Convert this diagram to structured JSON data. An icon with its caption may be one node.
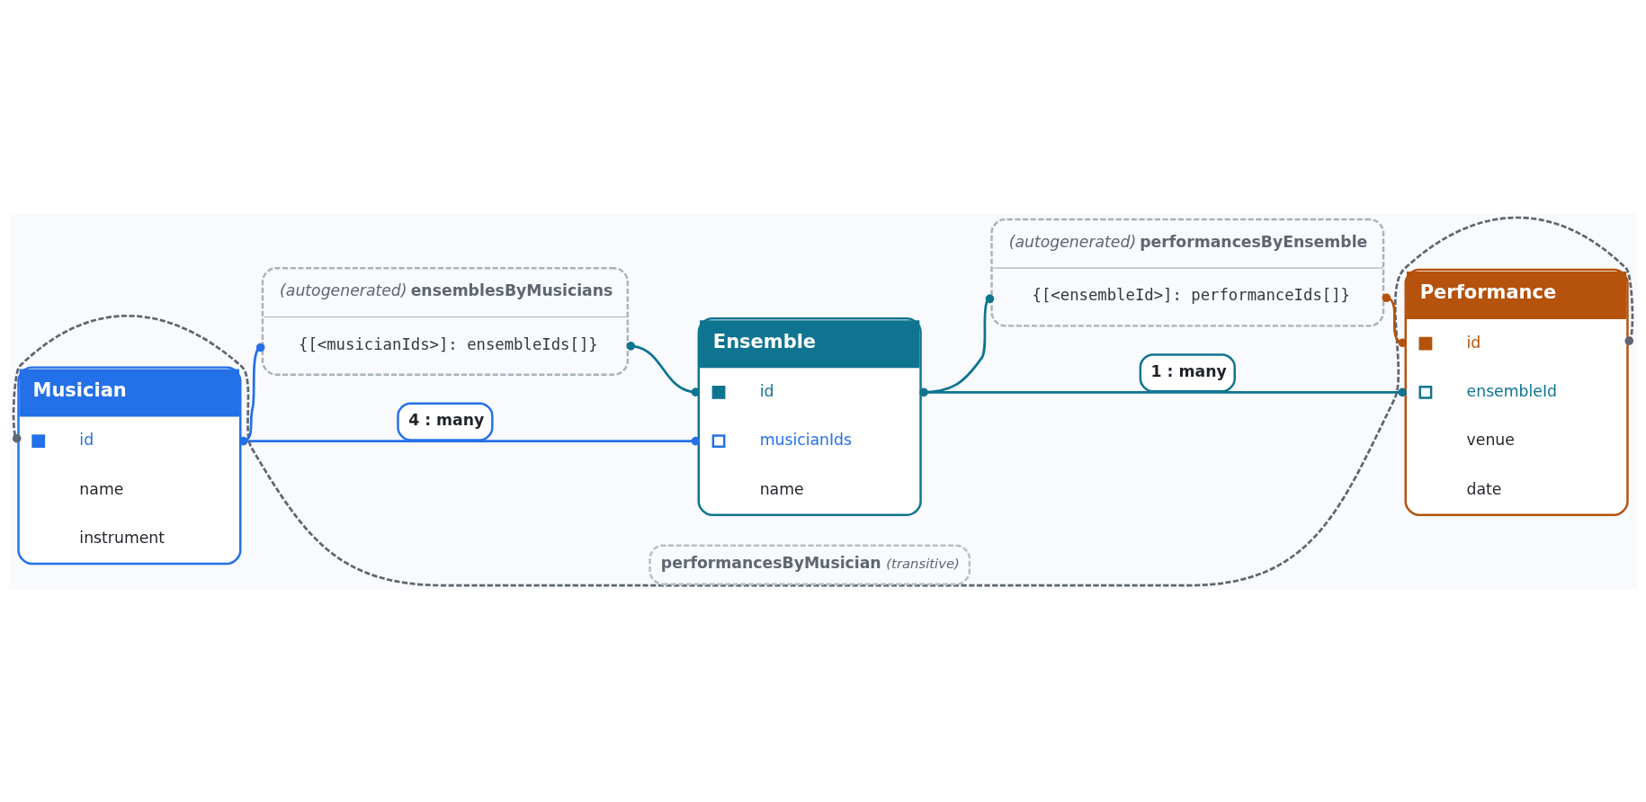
{
  "diagram": {
    "nodes": [
      {
        "text": [
          "(autogenerated) ensemblesByMusicians",
          "{[<musicianIds>]: ensembleIds[]}"
        ]
      },
      {
        "text": [
          "(autogenerated) performancesByEnsemble",
          "{[<ensembleId>]: performanceIds[]}"
        ]
      },
      {
        "text": [
          "Musician",
          "id",
          "name",
          "instrument"
        ]
      },
      {
        "text": [
          "Ensemble",
          "id",
          "musicianIds",
          "name"
        ]
      },
      {
        "text": [
          "Performance",
          "id",
          "ensembleId",
          "venue",
          "date"
        ]
      }
    ],
    "edges": [
      {
        "from": 2,
        "to": 3,
        "arrow": "other",
        "label": "4 : many",
        "color": "#2470e8"
      },
      {
        "from": 3,
        "to": 4,
        "arrow": "other",
        "label": "1 : many"
      },
      {
        "from": 2,
        "to": 4,
        "arrow": "other",
        "label": "performancesByMusician (transitive)",
        "style": "dashed",
        "color": "#5f6670"
      },
      {
        "from": 0,
        "to": 2,
        "arrow": "other",
        "color": "#2470e8"
      },
      {
        "from": 0,
        "to": 3,
        "arrow": "other"
      },
      {
        "from": 1,
        "to": 3,
        "arrow": "other"
      },
      {
        "from": 1,
        "to": 4,
        "arrow": "other",
        "color": "#b5520c"
      }
    ]
  }
}
